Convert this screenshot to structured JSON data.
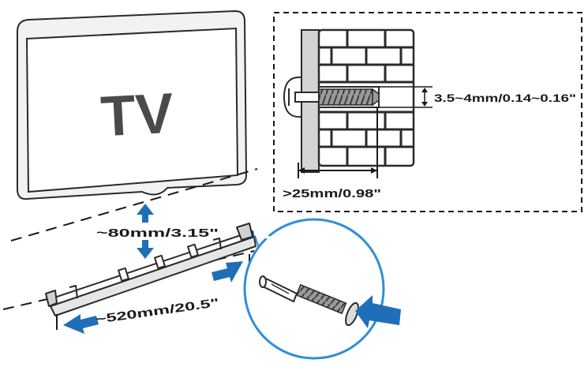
{
  "tv": {
    "label": "TV"
  },
  "dimensions": {
    "gap": "~80mm/3.15\"",
    "bracket_width": "~520mm/20.5\"",
    "anchor_diameter": "3.5~4mm/0.14~0.16\"",
    "drill_depth": ">25mm/0.98\""
  },
  "colors": {
    "outline": "#2a2a2a",
    "tv_fill": "#f2f2f2",
    "tv_label": "#4a4a4a",
    "arrow_blue": "#1f6fb8",
    "callout_circle": "#2f8fd8",
    "brick_fill": "#ffffff",
    "wall_gray": "#cfcfcf"
  }
}
